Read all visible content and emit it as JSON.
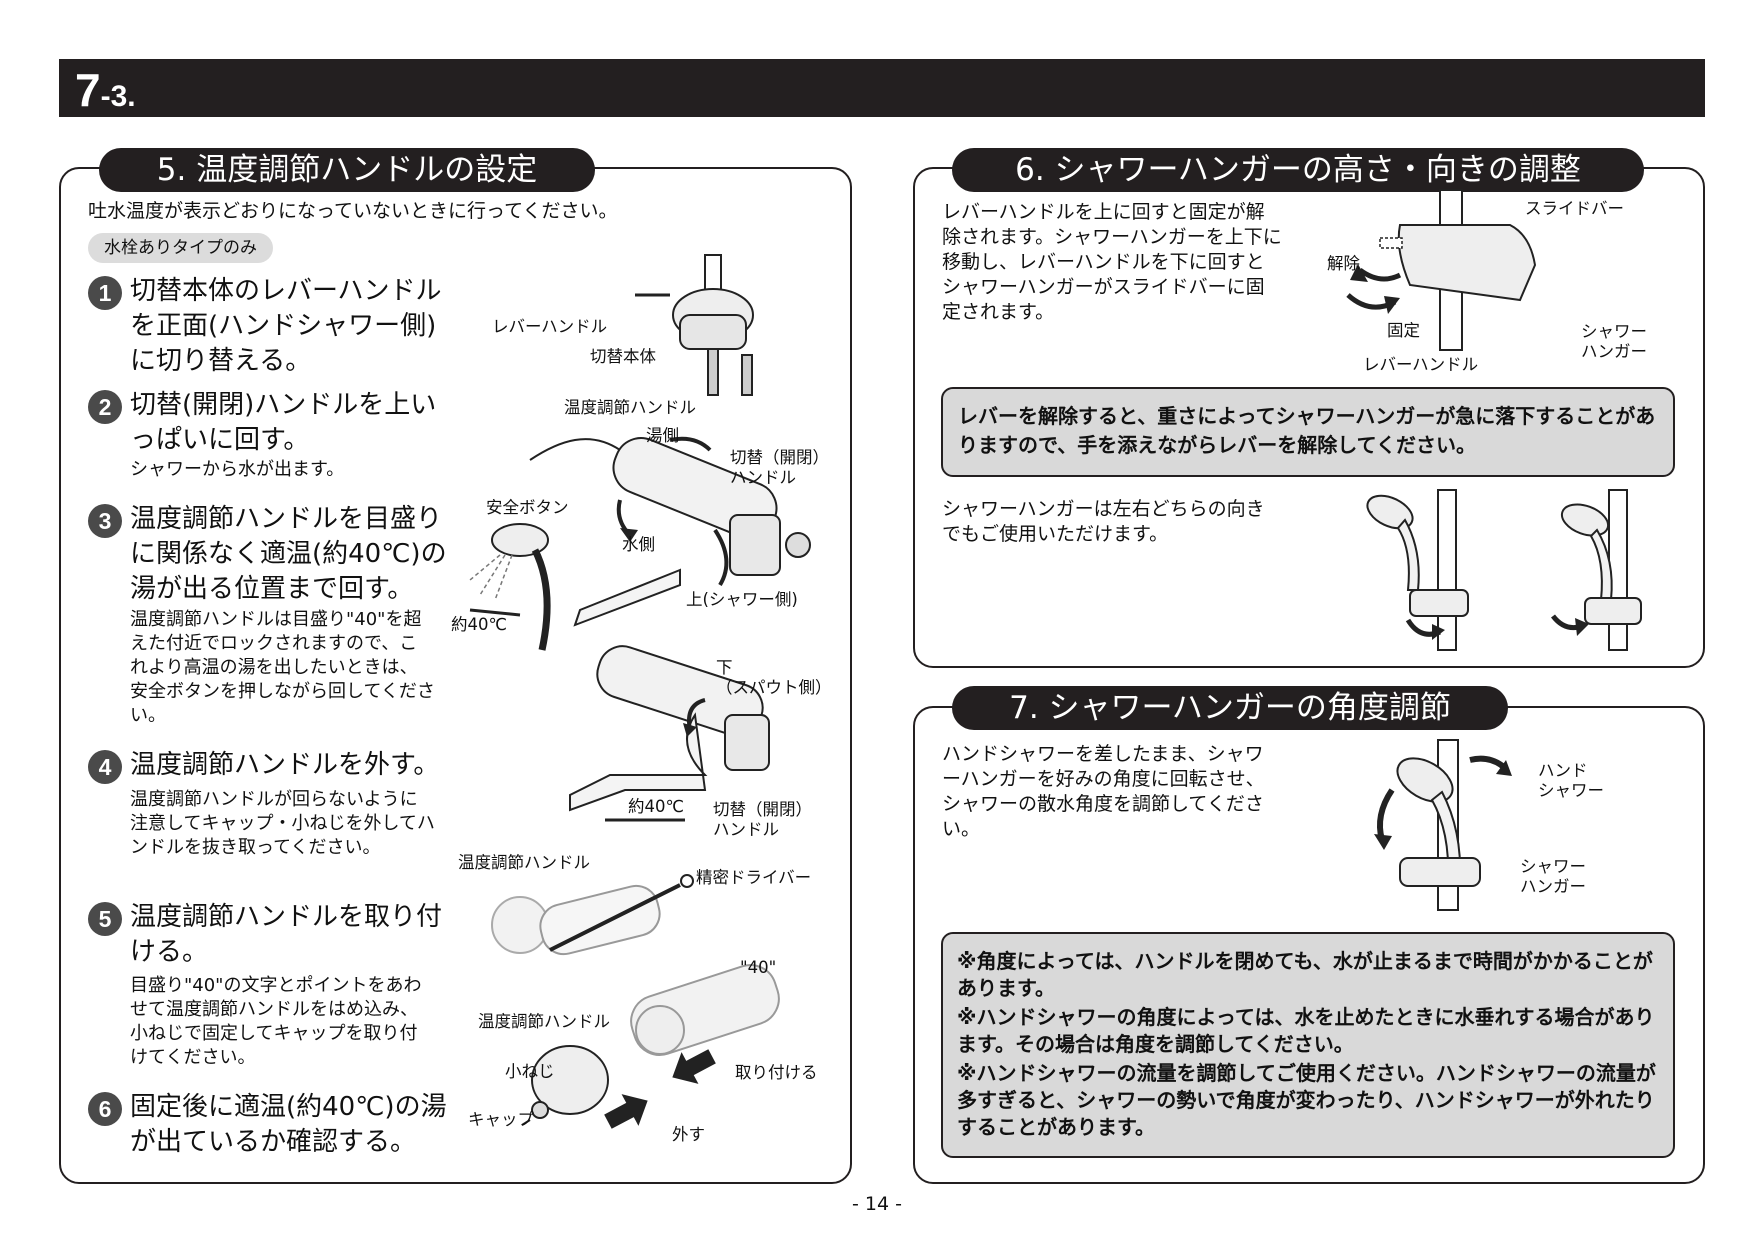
{
  "header": {
    "section_big": "7",
    "section_small": "-3."
  },
  "panel5": {
    "title": "5. 温度調節ハンドルの設定",
    "intro": "吐水温度が表示どおりになっていないときに行ってください。",
    "badge": "水栓ありタイプのみ",
    "steps": [
      {
        "num": "1",
        "title": "切替本体のレバーハンドルを正面(ハンドシャワー側)に切り替える。",
        "desc": ""
      },
      {
        "num": "2",
        "title": "切替(開閉)ハンドルを上いっぱいに回す。",
        "desc": "シャワーから水が出ます。"
      },
      {
        "num": "3",
        "title": "温度調節ハンドルを目盛りに関係なく適温(約40℃)の湯が出る位置まで回す。",
        "desc": "温度調節ハンドルは目盛り\"40\"を超えた付近でロックされますので、これより高温の湯を出したいときは、安全ボタンを押しながら回してください。"
      },
      {
        "num": "4",
        "title": "温度調節ハンドルを外す。",
        "desc": "温度調節ハンドルが回らないように注意してキャップ・小ねじを外してハンドルを抜き取ってください。"
      },
      {
        "num": "5",
        "title": "温度調節ハンドルを取り付ける。",
        "desc": "目盛り\"40\"の文字とポイントをあわせて温度調節ハンドルをはめ込み、小ねじで固定してキャップを取り付けてください。"
      },
      {
        "num": "6",
        "title": "固定後に適温(約40℃)の湯が出ているか確認する。",
        "desc": ""
      }
    ],
    "labels": {
      "lever_handle": "レバーハンドル",
      "switch_body": "切替本体",
      "temp_handle_1": "温度調節ハンドル",
      "hot_side": "湯側",
      "switch_handle_1": "切替（開閉）\nハンドル",
      "safety_button": "安全ボタン",
      "cold_side": "水側",
      "temp_approx_1": "約40℃",
      "up_shower": "上(シャワー側)",
      "down_spout": "下\n（スパウト側）",
      "temp_approx_2": "約40℃",
      "switch_handle_2": "切替（開閉）\nハンドル",
      "temp_handle_2": "温度調節ハンドル",
      "precision_driver": "精密ドライバー",
      "mark_40": "\"40\"",
      "temp_handle_3": "温度調節ハンドル",
      "small_screw": "小ねじ",
      "cap": "キャップ",
      "attach": "取り付ける",
      "remove": "外す"
    }
  },
  "panel6": {
    "title": "6. シャワーハンガーの高さ・向きの調整",
    "text1": "レバーハンドルを上に回すと固定が解除されます。シャワーハンガーを上下に移動し、レバーハンドルを下に回すとシャワーハンガーがスライドバーに固定されます。",
    "labels": {
      "slide_bar": "スライドバー",
      "release": "解除",
      "fix": "固定",
      "lever_handle": "レバーハンドル",
      "shower_hanger": "シャワー\nハンガー"
    },
    "warning": "レバーを解除すると、重さによってシャワーハンガーが急に落下することがありますので、手を添えながらレバーを解除してください。",
    "text2": "シャワーハンガーは左右どちらの向きでもご使用いただけます。"
  },
  "panel7": {
    "title": "7. シャワーハンガーの角度調節",
    "text": "ハンドシャワーを差したまま、シャワーハンガーを好みの角度に回転させ、シャワーの散水角度を調節してください。",
    "labels": {
      "hand_shower": "ハンド\nシャワー",
      "shower_hanger": "シャワー\nハンガー"
    },
    "notes": [
      "※角度によっては、ハンドルを閉めても、水が止まるまで時間がかかることがあります。",
      "※ハンドシャワーの角度によっては、水を止めたときに水垂れする場合があります。その場合は角度を調節してください。",
      "※ハンドシャワーの流量を調節してご使用ください。ハンドシャワーの流量が多すぎると、シャワーの勢いで角度が変わったり、ハンドシャワーが外れたりすることがあります。"
    ]
  },
  "footer": {
    "page": "- 14 -"
  }
}
